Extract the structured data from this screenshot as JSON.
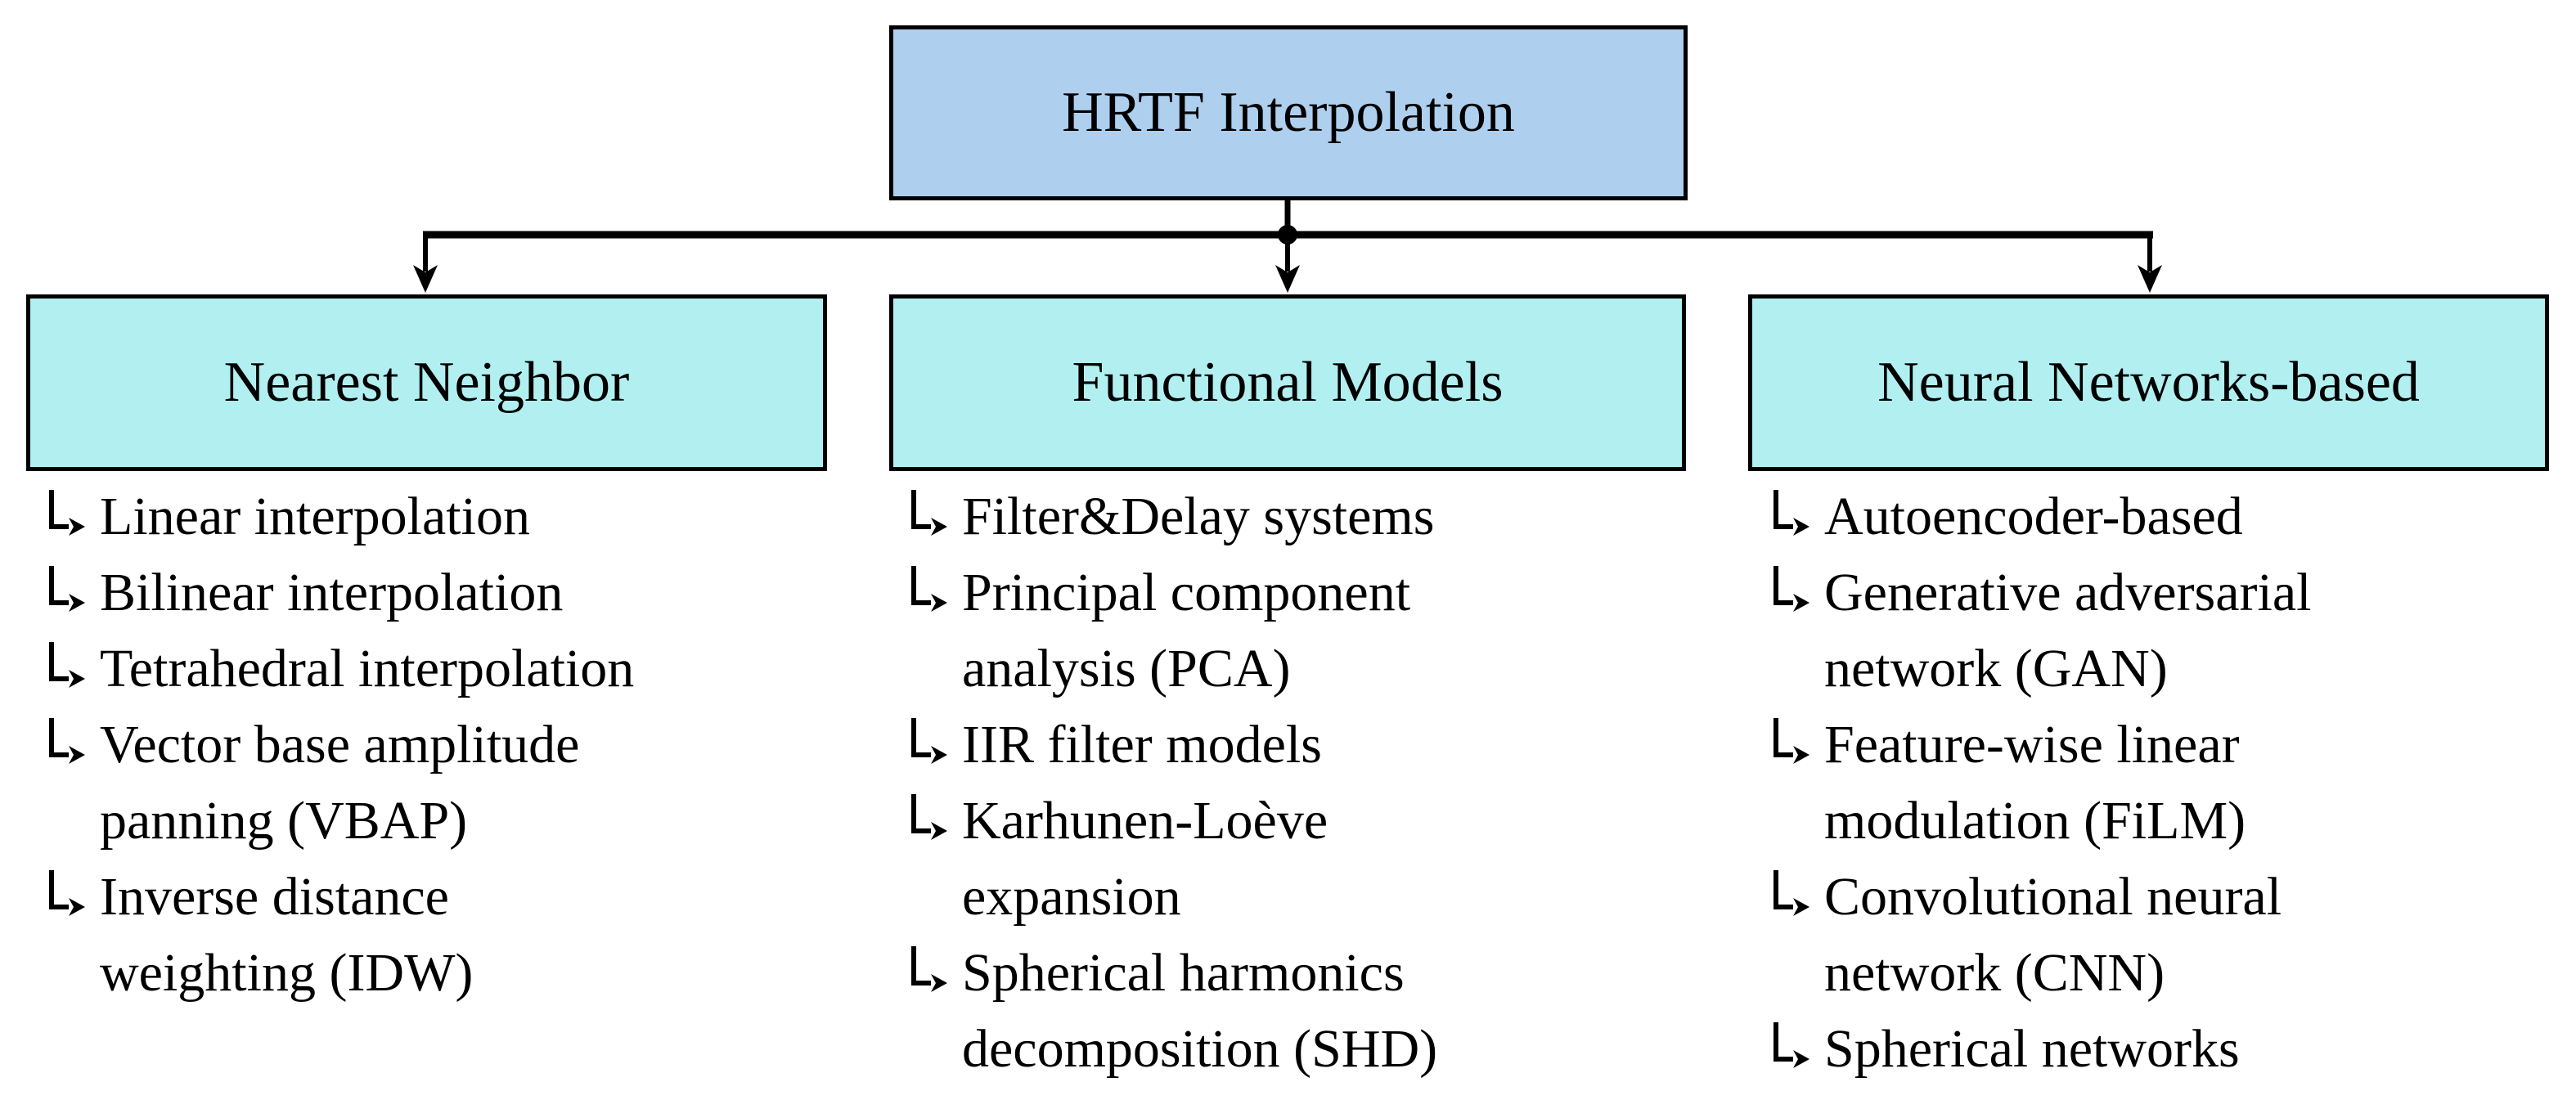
{
  "diagram": {
    "root": {
      "label": "HRTF Interpolation"
    },
    "columns": [
      {
        "header": "Nearest Neighbor",
        "items": [
          "Linear interpolation",
          "Bilinear interpolation",
          "Tetrahedral interpolation",
          "Vector base amplitude\npanning (VBAP)",
          "Inverse distance\nweighting (IDW)"
        ]
      },
      {
        "header": "Functional Models",
        "items": [
          "Filter&Delay systems",
          "Principal component\nanalysis (PCA)",
          "IIR filter models",
          "Karhunen-Loève\nexpansion",
          "Spherical harmonics\ndecomposition (SHD)"
        ]
      },
      {
        "header": "Neural Networks-based",
        "items": [
          "Autoencoder-based",
          "Generative adversarial\nnetwork (GAN)",
          "Feature-wise linear\nmodulation (FiLM)",
          "Convolutional neural\nnetwork (CNN)",
          "Spherical networks"
        ]
      }
    ],
    "icons": {
      "bullet": "branch-arrow-icon"
    },
    "colors": {
      "root_fill": "#aecfee",
      "branch_fill": "#b2eff1",
      "line": "#000000"
    }
  }
}
